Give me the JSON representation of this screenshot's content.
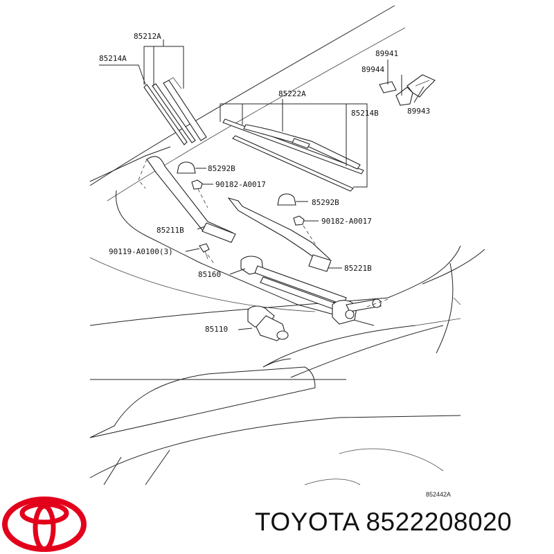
{
  "diagram": {
    "part_labels": [
      "85212A",
      "85214A",
      "85222A",
      "85214B",
      "89941",
      "89944",
      "89943",
      "85292B",
      "90182-A0017",
      "85292B",
      "90182-A0017",
      "85211B",
      "90119-A0100(3)",
      "85160",
      "85221B",
      "85110"
    ],
    "reference_code": "852442A"
  },
  "brand": {
    "logo": "toyota-logo",
    "logo_color": "#e3001b",
    "caption": "TOYOTA 8522208020"
  }
}
